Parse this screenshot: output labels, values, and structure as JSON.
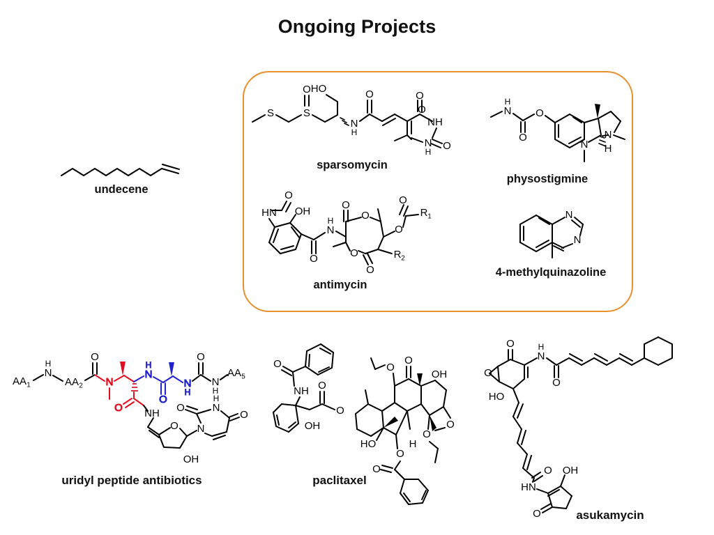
{
  "slide": {
    "title": "Ongoing Projects",
    "background_color": "#ffffff",
    "highlight_box_color": "#E8902E"
  },
  "molecules": [
    {
      "id": "undecene",
      "label": "undecene",
      "grouped": false,
      "notes": "linear alkene, zigzag chain with terminal double bond",
      "atom_labels": []
    },
    {
      "id": "sparsomycin",
      "label": "sparsomycin",
      "grouped": true,
      "notes": "methylthio-methyl sulfoxide linked to hydroxymethyl amide and uracil ring",
      "atom_labels": [
        "S",
        "S",
        "O",
        "HO",
        "O",
        "N",
        "H",
        "O",
        "NH",
        "N",
        "H",
        "O"
      ]
    },
    {
      "id": "physostigmine",
      "label": "physostigmine",
      "grouped": true,
      "notes": "pyrrolidinoindoline carbamate",
      "atom_labels": [
        "H",
        "N",
        "O",
        "O",
        "N",
        "N",
        "H"
      ]
    },
    {
      "id": "antimycin",
      "label": "antimycin",
      "grouped": true,
      "notes": "nine-membered dilactone with formamido-salicylamide, R1 and R2 substituents",
      "atom_labels": [
        "O",
        "HN",
        "OH",
        "H",
        "N",
        "O",
        "O",
        "O",
        "O",
        "O",
        "R1",
        "O",
        "O",
        "R2",
        "O"
      ]
    },
    {
      "id": "4-methylquinazoline",
      "label": "4-methylquinazoline",
      "grouped": true,
      "notes": "quinazoline bicyclic with methyl at C4",
      "atom_labels": [
        "N",
        "N"
      ]
    },
    {
      "id": "uridyl-peptide-antibiotics",
      "label": "uridyl peptide antibiotics",
      "grouped": false,
      "notes": "peptide chain with red and blue highlighted residues, uridine nucleoside",
      "atom_labels": [
        "AA1",
        "H",
        "N",
        "AA2",
        "O",
        "N",
        "H",
        "N",
        "O",
        "O",
        "N",
        "H",
        "N",
        "H",
        "O",
        "AA5",
        "NH",
        "O",
        "O",
        "N",
        "N",
        "H",
        "O",
        "OH"
      ],
      "accent_colors": {
        "residue_red": "#E01020",
        "residue_blue": "#2222CC"
      }
    },
    {
      "id": "paclitaxel",
      "label": "paclitaxel",
      "grouped": false,
      "notes": "taxane diterpenoid core with oxetane, benzamide phenylisoserine side chain, benzoate ester",
      "atom_labels": [
        "O",
        "NH",
        "O",
        "OH",
        "O",
        "O",
        "O",
        "OH",
        "HO",
        "H",
        "O",
        "O",
        "O",
        "O"
      ]
    },
    {
      "id": "asukamycin",
      "label": "asukamycin",
      "grouped": false,
      "notes": "manumycin-type: epoxy-cyclohexenone core, two polyene amide chains, cyclohexyl terminus, 2-amino-3-hydroxycyclopent-2-enone",
      "atom_labels": [
        "O",
        "O",
        "H",
        "N",
        "O",
        "HO",
        "O",
        "HN",
        "OH",
        "O"
      ]
    }
  ]
}
